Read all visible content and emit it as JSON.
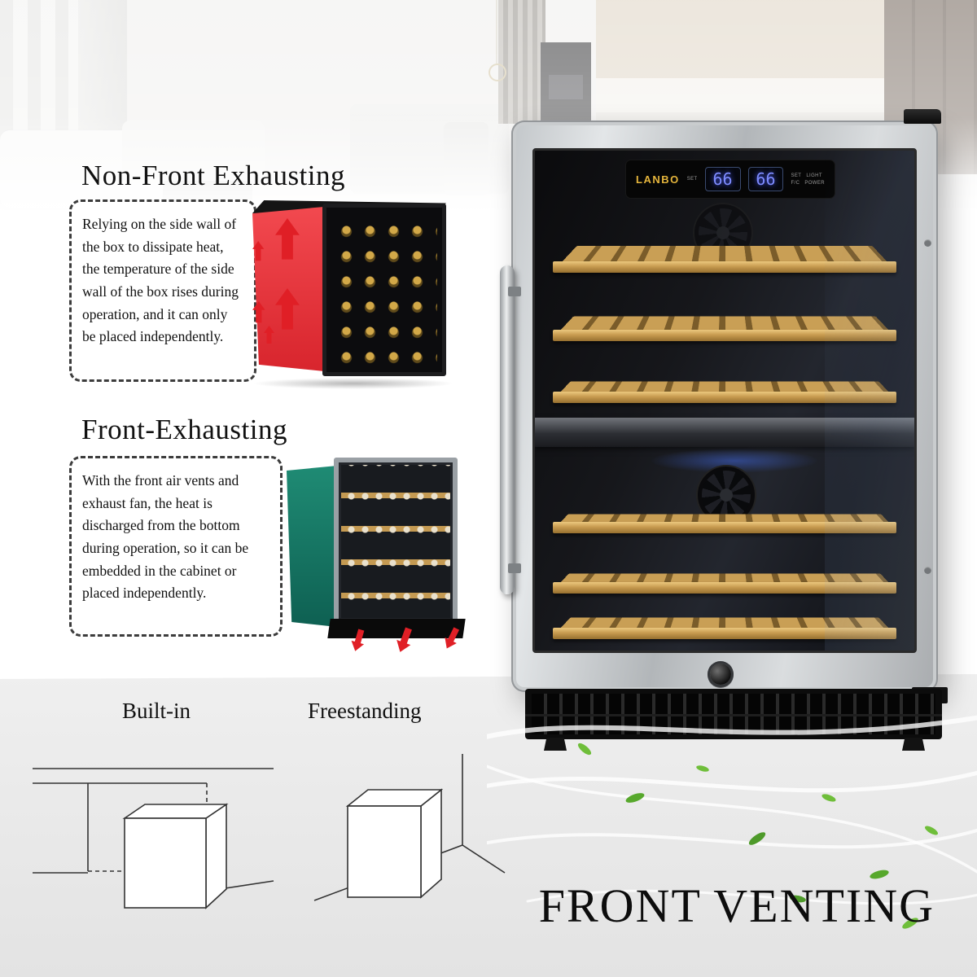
{
  "hero": {
    "brand": "LANBO",
    "display_left": "66",
    "display_right": "66",
    "panel_labels": {
      "set_left": "SET",
      "set_right": "SET",
      "light": "LIGHT",
      "unit": "F/C",
      "power": "POWER"
    }
  },
  "sections": {
    "non_front": {
      "title": "Non-Front Exhausting",
      "body": "Relying on the side wall of the box to dissipate heat, the temperature of the side wall of the box rises during operation, and it can only be placed independently."
    },
    "front": {
      "title": "Front-Exhausting",
      "body": "With the front air vents and exhaust fan, the heat is discharged from the bottom during operation, so it can be embedded in the cabinet or placed independently."
    }
  },
  "placement": {
    "built_in_label": "Built-in",
    "freestanding_label": "Freestanding"
  },
  "footer": {
    "headline": "FRONT VENTING"
  },
  "colors": {
    "accent_red": "#e02128",
    "accent_teal": "#177a66",
    "led_blue": "#7e8cff",
    "brand_gold": "#e5b53c",
    "leaf_green": "#6fbe3a",
    "wood": "#c79b50",
    "floor_gray": "#e8e8e8"
  }
}
